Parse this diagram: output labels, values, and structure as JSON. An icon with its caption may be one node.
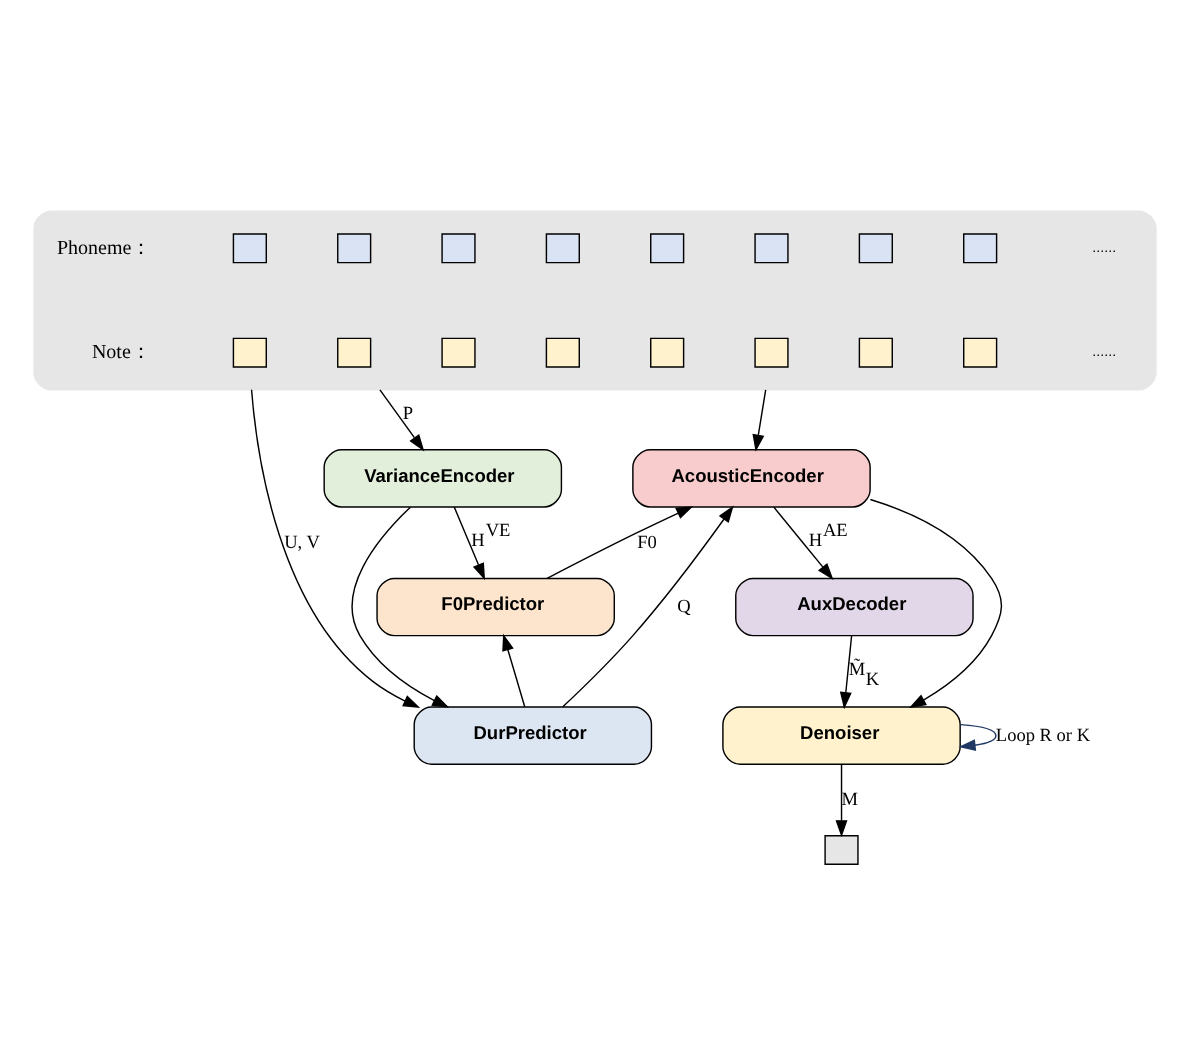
{
  "diagram": {
    "nodes": [
      {
        "text": [],
        "shape": "box"
      },
      {
        "text": [],
        "shape": "box",
        "in": 0
      },
      {
        "text": [],
        "shape": "box",
        "in": 0
      },
      {
        "text": [],
        "shape": "box",
        "in": 0
      },
      {
        "text": [],
        "shape": "box",
        "in": 0
      },
      {
        "text": [],
        "shape": "box",
        "in": 0
      },
      {
        "text": [],
        "shape": "box",
        "in": 0
      },
      {
        "text": [],
        "shape": "box",
        "in": 0
      },
      {
        "text": [],
        "shape": "box",
        "in": 0
      },
      {
        "text": [],
        "shape": "box",
        "in": 0
      },
      {
        "text": [],
        "shape": "box",
        "in": 0
      },
      {
        "text": [],
        "shape": "box",
        "in": 0
      },
      {
        "text": [],
        "shape": "box",
        "in": 0
      },
      {
        "text": [],
        "shape": "box",
        "in": 0
      },
      {
        "text": [],
        "shape": "box",
        "in": 0
      },
      {
        "text": [],
        "shape": "box",
        "in": 0
      },
      {
        "text": [],
        "shape": "box",
        "in": 0
      },
      {
        "text": [
          "VarianceEncoder"
        ]
      },
      {
        "text": [
          "AcousticEncoder"
        ]
      },
      {
        "text": [
          "F0Predictor"
        ]
      },
      {
        "text": [
          "AuxDecoder"
        ]
      },
      {
        "text": [
          "DurPredictor"
        ]
      },
      {
        "text": [
          "Denoiser"
        ]
      },
      {
        "text": [],
        "shape": "box"
      }
    ],
    "edges": [
      {
        "from": 0,
        "to": 21,
        "arrow": "to",
        "label": "U, V"
      },
      {
        "from": 0,
        "to": 17,
        "arrow": "to",
        "label": "P"
      },
      {
        "from": 0,
        "to": 18,
        "arrow": "to"
      },
      {
        "from": 17,
        "to": 19,
        "arrow": "to",
        "label": "H$^{VE}$"
      },
      {
        "from": 17,
        "to": 21,
        "arrow": "to"
      },
      {
        "from": 19,
        "to": 18,
        "arrow": "to",
        "label": "F0"
      },
      {
        "from": 21,
        "to": 18,
        "arrow": "to",
        "label": "Q"
      },
      {
        "from": 21,
        "to": 19,
        "arrow": "to"
      },
      {
        "from": 18,
        "to": 20,
        "arrow": "to",
        "label": "H$^{AE}$"
      },
      {
        "from": 18,
        "to": 22,
        "arrow": "to"
      },
      {
        "from": 20,
        "to": 22,
        "arrow": "to",
        "label": "M̃$_{K}$"
      },
      {
        "from": 22,
        "to": 22,
        "arrow": "to",
        "label": "Loop R or K",
        "color": "#1f3864"
      },
      {
        "from": 22,
        "to": 23,
        "arrow": "to",
        "label": "M"
      }
    ],
    "labels": [
      "Phoneme：",
      "......",
      "Note：",
      "......"
    ]
  }
}
